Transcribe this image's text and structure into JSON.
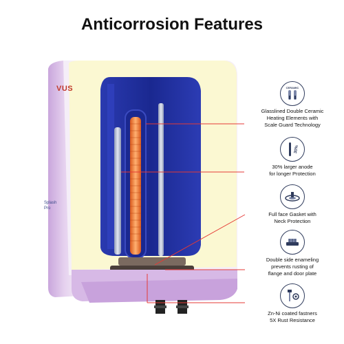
{
  "title": "Anticorrosion Features",
  "brand": {
    "logo_text": "VUS",
    "product_lines": [
      "Splash",
      "Pro"
    ]
  },
  "features": [
    {
      "icon": "ceramic-elements-icon",
      "icon_text": "CERAMIC",
      "lines": [
        "Glasslined Double Ceramic",
        "Heating Elements with",
        "Scale Guard Technology"
      ]
    },
    {
      "icon": "anode-rod-icon",
      "icon_text": "30%",
      "lines": [
        "30% larger anode",
        "for longer Protection"
      ]
    },
    {
      "icon": "gasket-icon",
      "icon_text": "",
      "lines": [
        "Full face Gasket with",
        "Neck Protection"
      ]
    },
    {
      "icon": "enameled-flange-icon",
      "icon_text": "",
      "lines": [
        "Double side enameling",
        "prevents rusting of",
        "flange and door plate"
      ]
    },
    {
      "icon": "fasteners-icon",
      "icon_text": "",
      "lines": [
        "Zn-Ni coated fastners",
        "5X Rust Resistance"
      ]
    }
  ],
  "colors": {
    "callout_line": "#e53935",
    "body_shell": "#d9bfe6",
    "insulation": "#fbf8d2",
    "tank": "#1e2d9c",
    "heater_element": "#f07a2a"
  }
}
